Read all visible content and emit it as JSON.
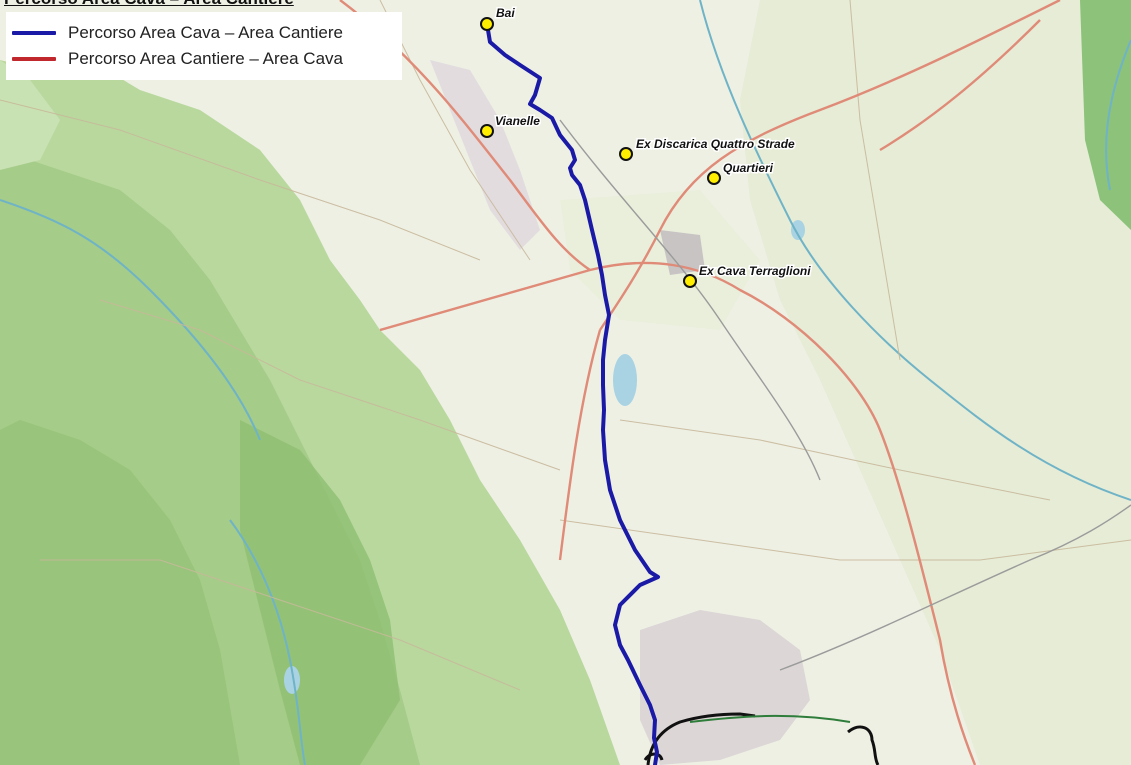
{
  "header": {
    "title_cut": "Percorso Area Cava – Area Cantiere"
  },
  "legend": {
    "items": [
      {
        "label": "Percorso Area Cava – Area Cantiere",
        "color": "#1a1aa6"
      },
      {
        "label": "Percorso Area Cantiere – Area Cava",
        "color": "#c0282d"
      }
    ]
  },
  "places": [
    {
      "name": "Bai"
    },
    {
      "name": "Vianelle"
    },
    {
      "name": "Ex Discarica Quattro Strade"
    },
    {
      "name": "Quartieri"
    },
    {
      "name": "Ex Cava Terraglioni"
    }
  ],
  "colors": {
    "route_blue": "#1a1aa6",
    "route_red": "#c0282d",
    "poi_fill": "#ffee00",
    "base_land": "#eef0e4",
    "forest": "#a8cf8f",
    "road_major": "#e79a8b",
    "river": "#6fb3c7"
  }
}
